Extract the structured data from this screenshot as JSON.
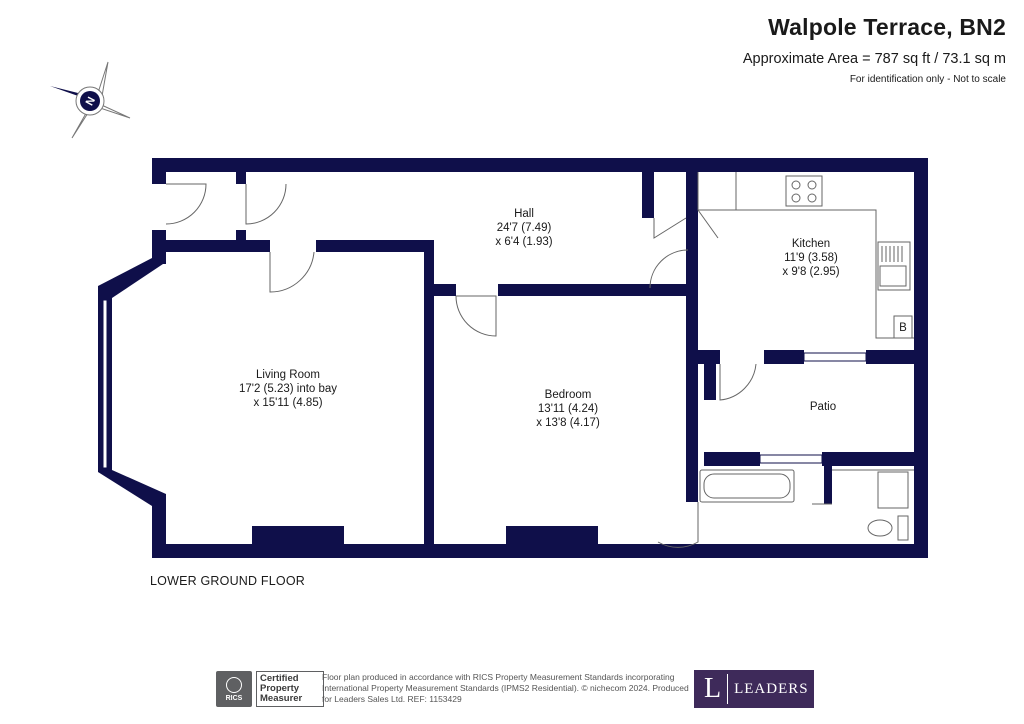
{
  "header": {
    "title": "Walpole Terrace, BN2",
    "area": "Approximate Area = 787 sq ft / 73.1 sq m",
    "note": "For identification only - Not to scale"
  },
  "compass": {
    "letter": "N"
  },
  "rooms": {
    "hall": {
      "name": "Hall",
      "dim1": "24'7 (7.49)",
      "dim2": "x 6'4 (1.93)"
    },
    "kitchen": {
      "name": "Kitchen",
      "dim1": "11'9 (3.58)",
      "dim2": "x 9'8 (2.95)"
    },
    "living": {
      "name": "Living Room",
      "dim1": "17'2 (5.23) into bay",
      "dim2": "x 15'11 (4.85)"
    },
    "bedroom": {
      "name": "Bedroom",
      "dim1": "13'11 (4.24)",
      "dim2": "x 13'8 (4.17)"
    },
    "patio": {
      "name": "Patio"
    },
    "boiler": {
      "name": "B"
    }
  },
  "floor_label": "LOWER GROUND FLOOR",
  "footer": {
    "rics_mark": "RICS",
    "certified": [
      "Certified",
      "Property",
      "Measurer"
    ],
    "text": "Floor plan produced in accordance with RICS Property Measurement Standards incorporating International Property Measurement Standards (IPMS2 Residential). © nichecom 2024. Produced for Leaders Sales Ltd.   REF: 1153429",
    "brand_initial": "L",
    "brand_name": "LEADERS"
  },
  "colors": {
    "wall": "#0f0f4a",
    "brand": "#3e2a5a",
    "line": "#777777"
  }
}
